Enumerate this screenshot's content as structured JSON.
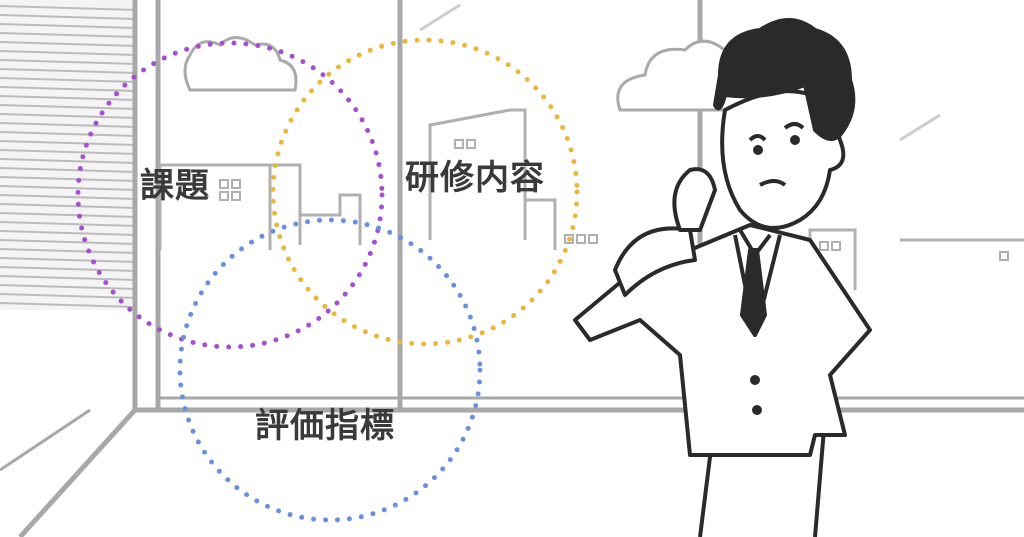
{
  "diagram": {
    "circles": [
      {
        "label": "課題",
        "color": "#a34fd0"
      },
      {
        "label": "研修内容",
        "color": "#e8b83a"
      },
      {
        "label": "評価指標",
        "color": "#6a8fe0"
      }
    ]
  },
  "colors": {
    "line": "#b0b0b0",
    "ink": "#2a2a2a"
  }
}
